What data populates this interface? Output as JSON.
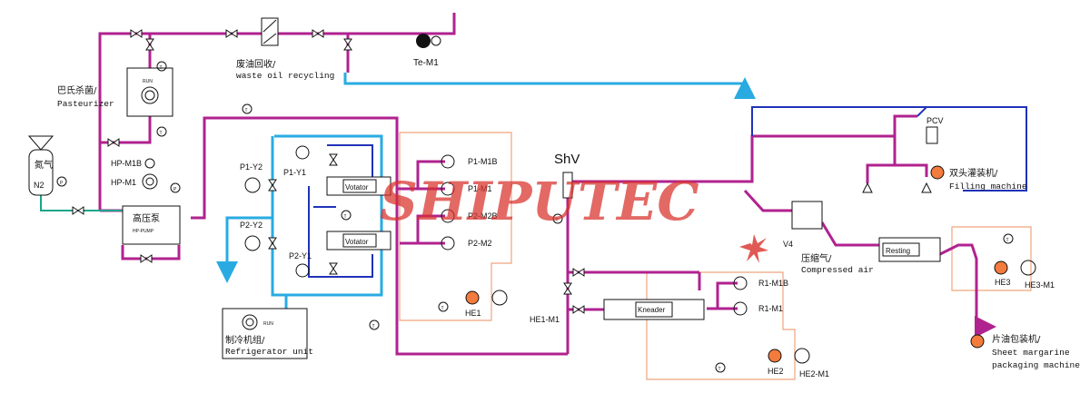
{
  "watermark": "SHIPUTEC",
  "labels": {
    "pasteurizer_cn": "巴氏杀菌/",
    "pasteurizer_en": "Pasteurizer",
    "run": "RUN",
    "waste_cn": "废油回收/",
    "waste_en": "waste oil recycling",
    "te_m1": "Te-M1",
    "nitrogen_cn": "氮气",
    "n2": "N2",
    "hp_m1b": "HP-M1B",
    "hp_m1": "HP-M1",
    "hp_cn": "高压泵",
    "hp_en": "HP-PUMP",
    "p1_y2": "P1-Y2",
    "p2_y2": "P2-Y2",
    "p1_y1": "P1-Y1",
    "p2_y1": "P2-Y1",
    "votator": "Votator",
    "p1_m1b": "P1-M1B",
    "p1_m1": "P1-M1",
    "p2_m2b": "P2-M2B",
    "p2_m2": "P2-M2",
    "he1": "HE1",
    "refrig_run": "RUN",
    "refrig_cn": "制冷机组/",
    "refrig_en": "Refrigerator unit",
    "shv": "ShV",
    "he1_m1": "HE1-M1",
    "kneader": "Kneader",
    "r1_m1b": "R1-M1B",
    "r1_m1": "R1-M1",
    "he2": "HE2",
    "he2_m1": "HE2-M1",
    "v4": "V4",
    "compressed_cn": "压缩气/",
    "compressed_en": "Compressed air",
    "resting": "Resting",
    "he3": "HE3",
    "he3_m1": "HE3-M1",
    "sheet_cn": "片油包装机/",
    "sheet_en1": "Sheet margarine",
    "sheet_en2": "packaging machine",
    "pcv": "PCV",
    "filling_cn": "双头灌装机/",
    "filling_en": "Filling machine",
    "t": "T",
    "p": "P"
  },
  "colors": {
    "product_line": "#b0228f",
    "coolant_line": "#29abe2",
    "refrigerant_line": "#2032b8",
    "nitrogen_line": "#1aa58c",
    "equipment_box": "#f0a37e",
    "watermark": "#d9302a"
  }
}
